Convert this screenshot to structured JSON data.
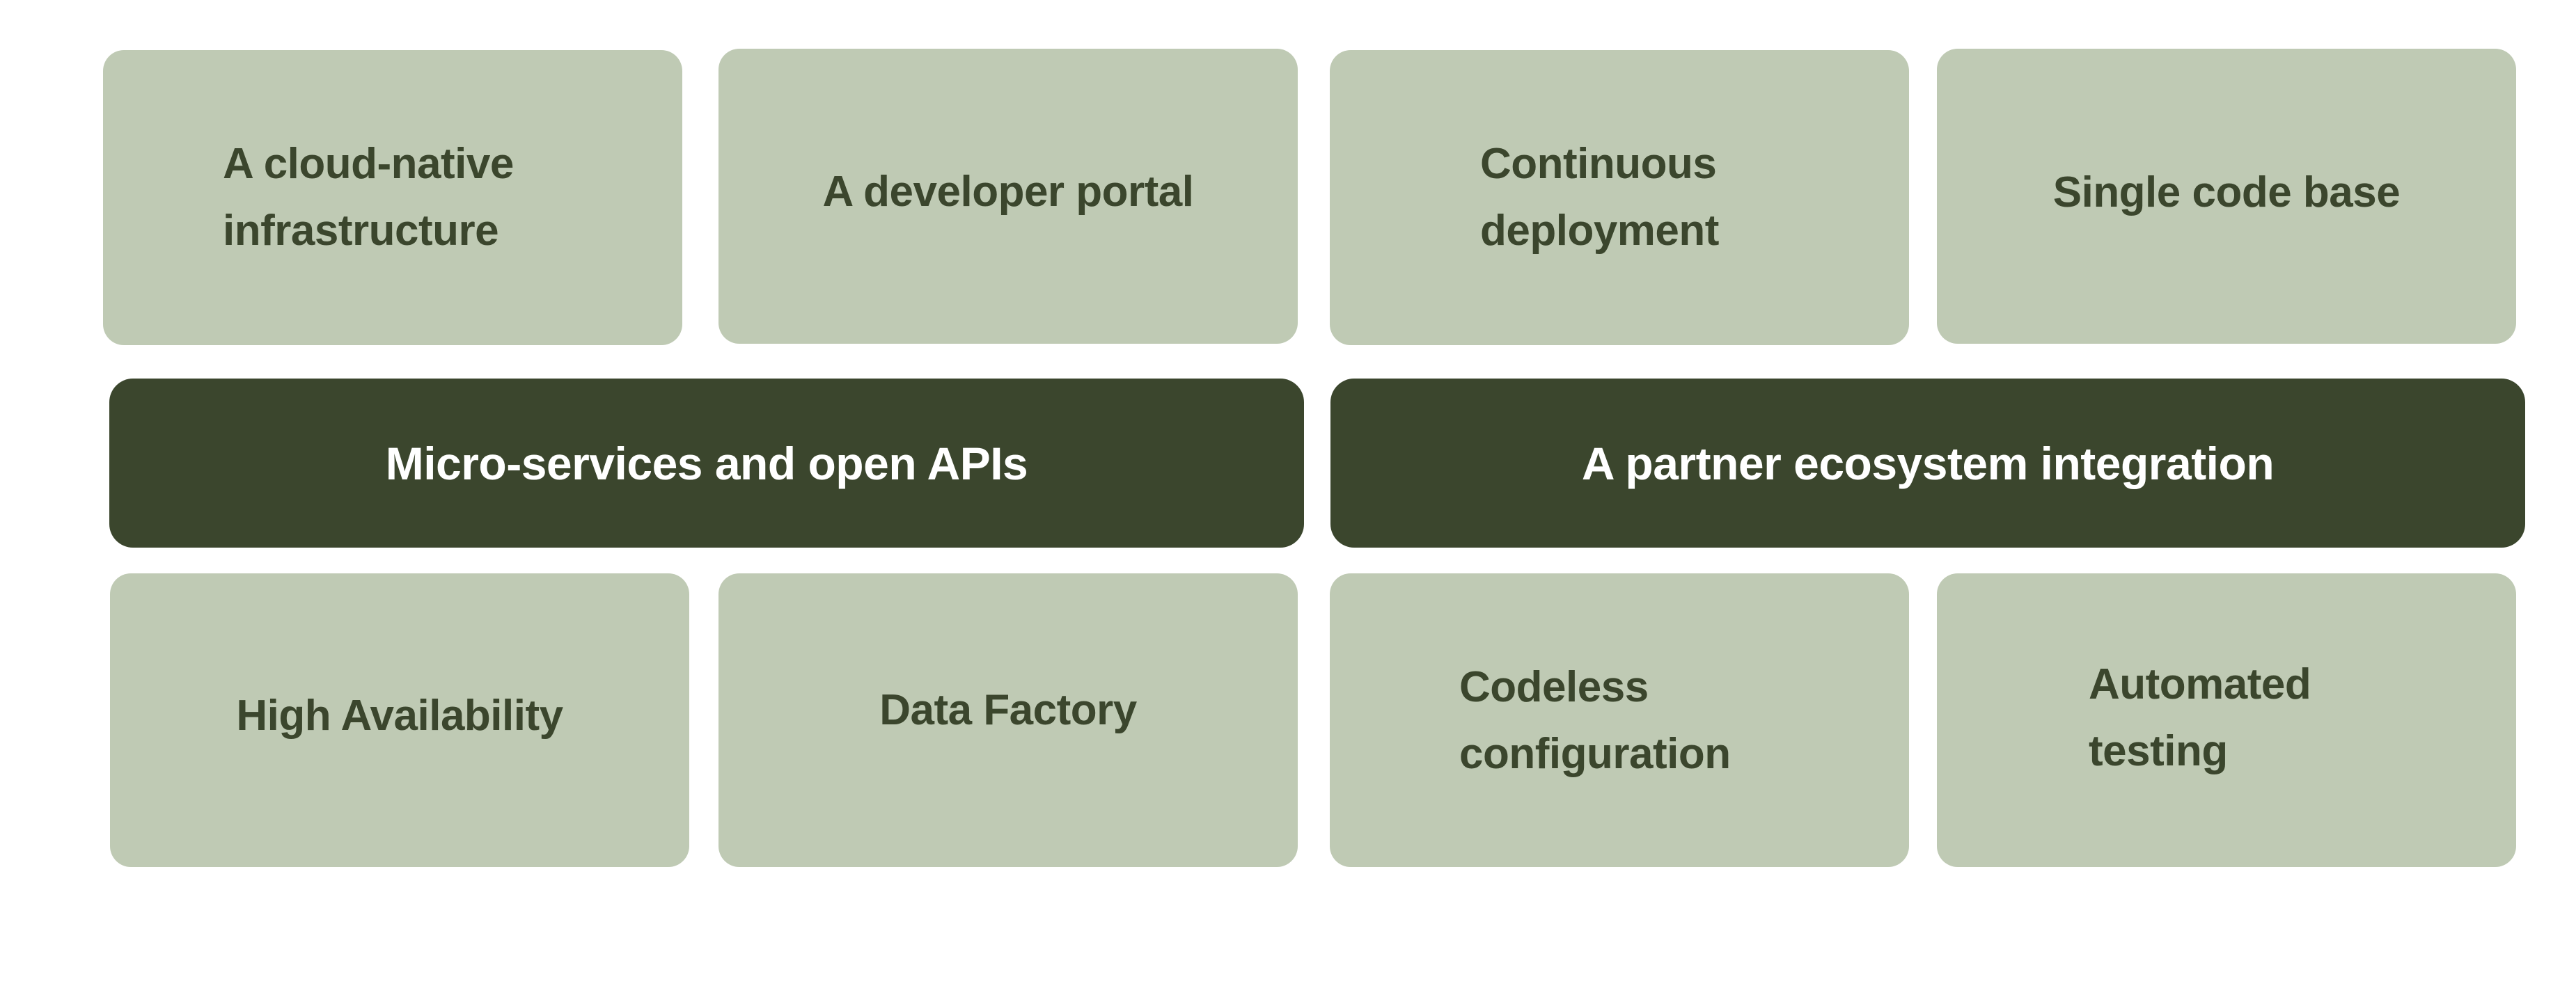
{
  "colors": {
    "light_tile": "#bfcab4",
    "dark_tile": "#3b462d",
    "light_text": "#3b462d",
    "dark_text": "#ffffff"
  },
  "top_row": [
    {
      "label": "A cloud-native\ninfrastructure"
    },
    {
      "label": "A developer portal"
    },
    {
      "label": "Continuous\ndeployment"
    },
    {
      "label": "Single code base"
    }
  ],
  "middle_row": [
    {
      "label": "Micro-services and open APIs"
    },
    {
      "label": "A partner ecosystem integration"
    }
  ],
  "bottom_row": [
    {
      "label": "High Availability"
    },
    {
      "label": "Data Factory"
    },
    {
      "label": "Codeless\nconfiguration"
    },
    {
      "label": "Automated\ntesting"
    }
  ]
}
